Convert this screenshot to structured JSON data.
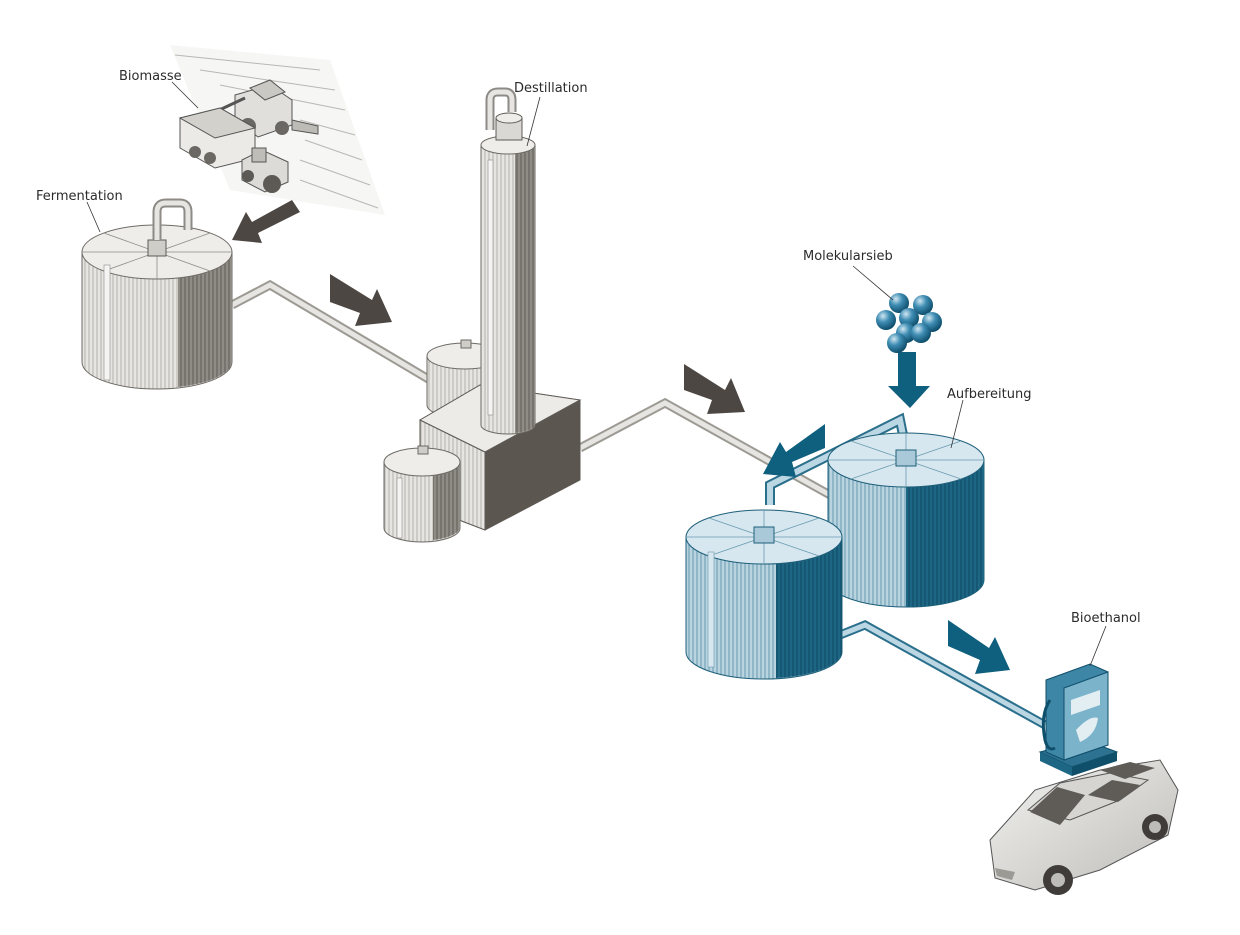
{
  "labels": {
    "biomasse": "Biomasse",
    "fermentation": "Fermentation",
    "destillation": "Destillation",
    "molekularsieb": "Molekularsieb",
    "aufbereitung": "Aufbereitung",
    "bioethanol": "Bioethanol"
  },
  "colors": {
    "arrow_dark": "#4d4743",
    "arrow_blue": "#0f5f7e",
    "tank_blue_dark": "#1f6a87",
    "tank_blue_light": "#a9c9d8",
    "sphere_blue": "#3c87ad",
    "gray_dark": "#615d58",
    "gray_light": "#e4e3df"
  }
}
